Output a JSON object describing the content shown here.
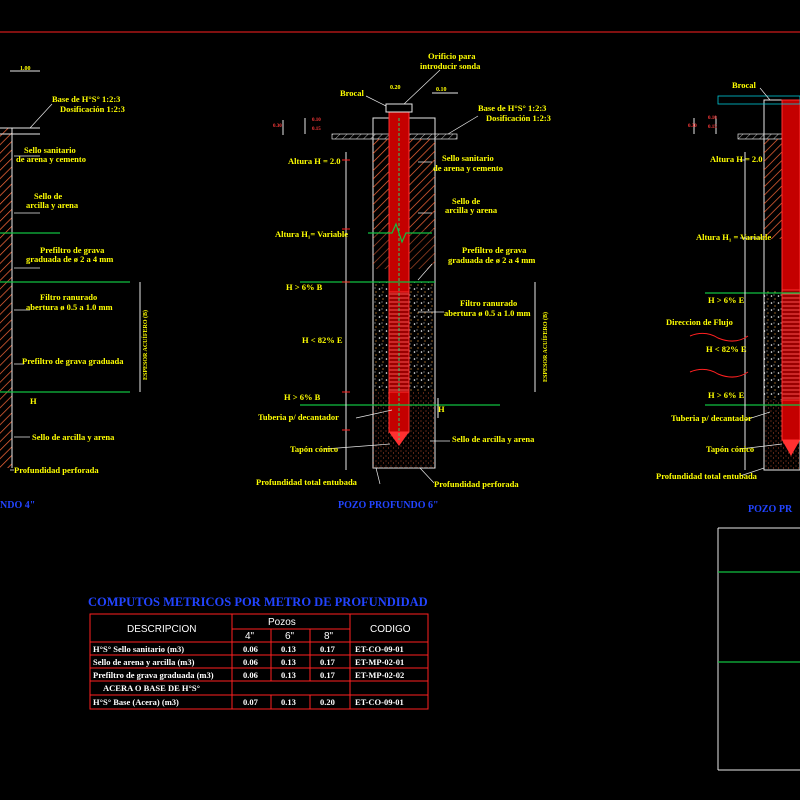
{
  "wells": {
    "w4": {
      "title": "NDO 4\"",
      "dim_top": "1.00",
      "labels": [
        "Base de H°S° 1:2:3",
        "Dosificación  1:2:3",
        "Sello sanitario",
        "de arena y cemento",
        "Sello de",
        "arcilla y arena",
        "Prefiltro de grava",
        "graduada de  ø 2 a 4 mm",
        "Filtro ranurado",
        "abertura ø 0.5 a 1.0 mm",
        "Prefiltro de grava graduada",
        "Sello de arcilla y arena",
        "Profundidad perforada"
      ],
      "side_label": "ESPESOR ACUÍFERO (B)",
      "dim_h": "H"
    },
    "w6": {
      "title": "POZO PROFUNDO 6\"",
      "top_labels": [
        "Orificio para",
        "introducir sonda"
      ],
      "brocal": "Brocal",
      "dims_small": [
        "0.20",
        "0.10"
      ],
      "dims_left": [
        "0.30",
        "0.10",
        "0.15"
      ],
      "labels": [
        "Base de H°S° 1:2:3",
        "Dosificación  1:2:3",
        "Sello sanitario",
        "de arena y cemento",
        "Sello de",
        "arcilla y arena",
        "Prefiltro de grava",
        "graduada de ø 2 a 4 mm",
        "Filtro ranurado",
        "abertura ø 0.5 a 1.0 mm",
        "Sello de arcilla y arena",
        "Profundidad perforada"
      ],
      "left_labels": [
        "Altura H = 2.0",
        "Altura H₁= Variable",
        "H > 6% B",
        "H < 82% E",
        "H > 6% B",
        "Tuberia p/ decantador",
        "Tapón cónico",
        "Profundidad total entubada"
      ],
      "side_label": "ESPESOR ACUÍFERO (B)",
      "dim_h": "H"
    },
    "w8": {
      "title": "POZO PR",
      "brocal": "Brocal",
      "dims_left": [
        "0.30",
        "0.10",
        "0.15"
      ],
      "left_labels": [
        "Altura H = 2.0",
        "Altura H₁ = Variable",
        "H > 6% E",
        "Direccion de Flujo",
        "H < 82% E",
        "H > 6% E",
        "Tuberia p/ decantador",
        "Tapón cónico",
        "Profundidad total entubada"
      ]
    }
  },
  "table": {
    "title": "COMPUTOS METRICOS POR METRO DE PROFUNDIDAD",
    "headers": {
      "descripcion": "DESCRIPCION",
      "pozos": "Pozos",
      "codigo": "CODIGO"
    },
    "sizes": [
      "4\"",
      "6\"",
      "8\""
    ],
    "rows": [
      {
        "desc": "H°S° Sello sanitario (m3)",
        "v4": "0.06",
        "v6": "0.13",
        "v8": "0.17",
        "code": "ET-CO-09-01"
      },
      {
        "desc": "Sello de arena y arcilla (m3)",
        "v4": "0.06",
        "v6": "0.13",
        "v8": "0.17",
        "code": "ET-MP-02-01"
      },
      {
        "desc": "Prefiltro de grava graduada (m3)",
        "v4": "0.06",
        "v6": "0.13",
        "v8": "0.17",
        "code": "ET-MP-02-02"
      }
    ],
    "subheader": "ACERA O BASE DE H°S°",
    "last_row": {
      "desc": "H°S° Base (Acera) (m3)",
      "v4": "0.07",
      "v6": "0.13",
      "v8": "0.20",
      "code": "ET-CO-09-01"
    }
  },
  "colors": {
    "background": "#000000",
    "labels": "#ffff00",
    "titles": "#2244ff",
    "pipe": "#ff2020",
    "ground": "#10c040"
  }
}
